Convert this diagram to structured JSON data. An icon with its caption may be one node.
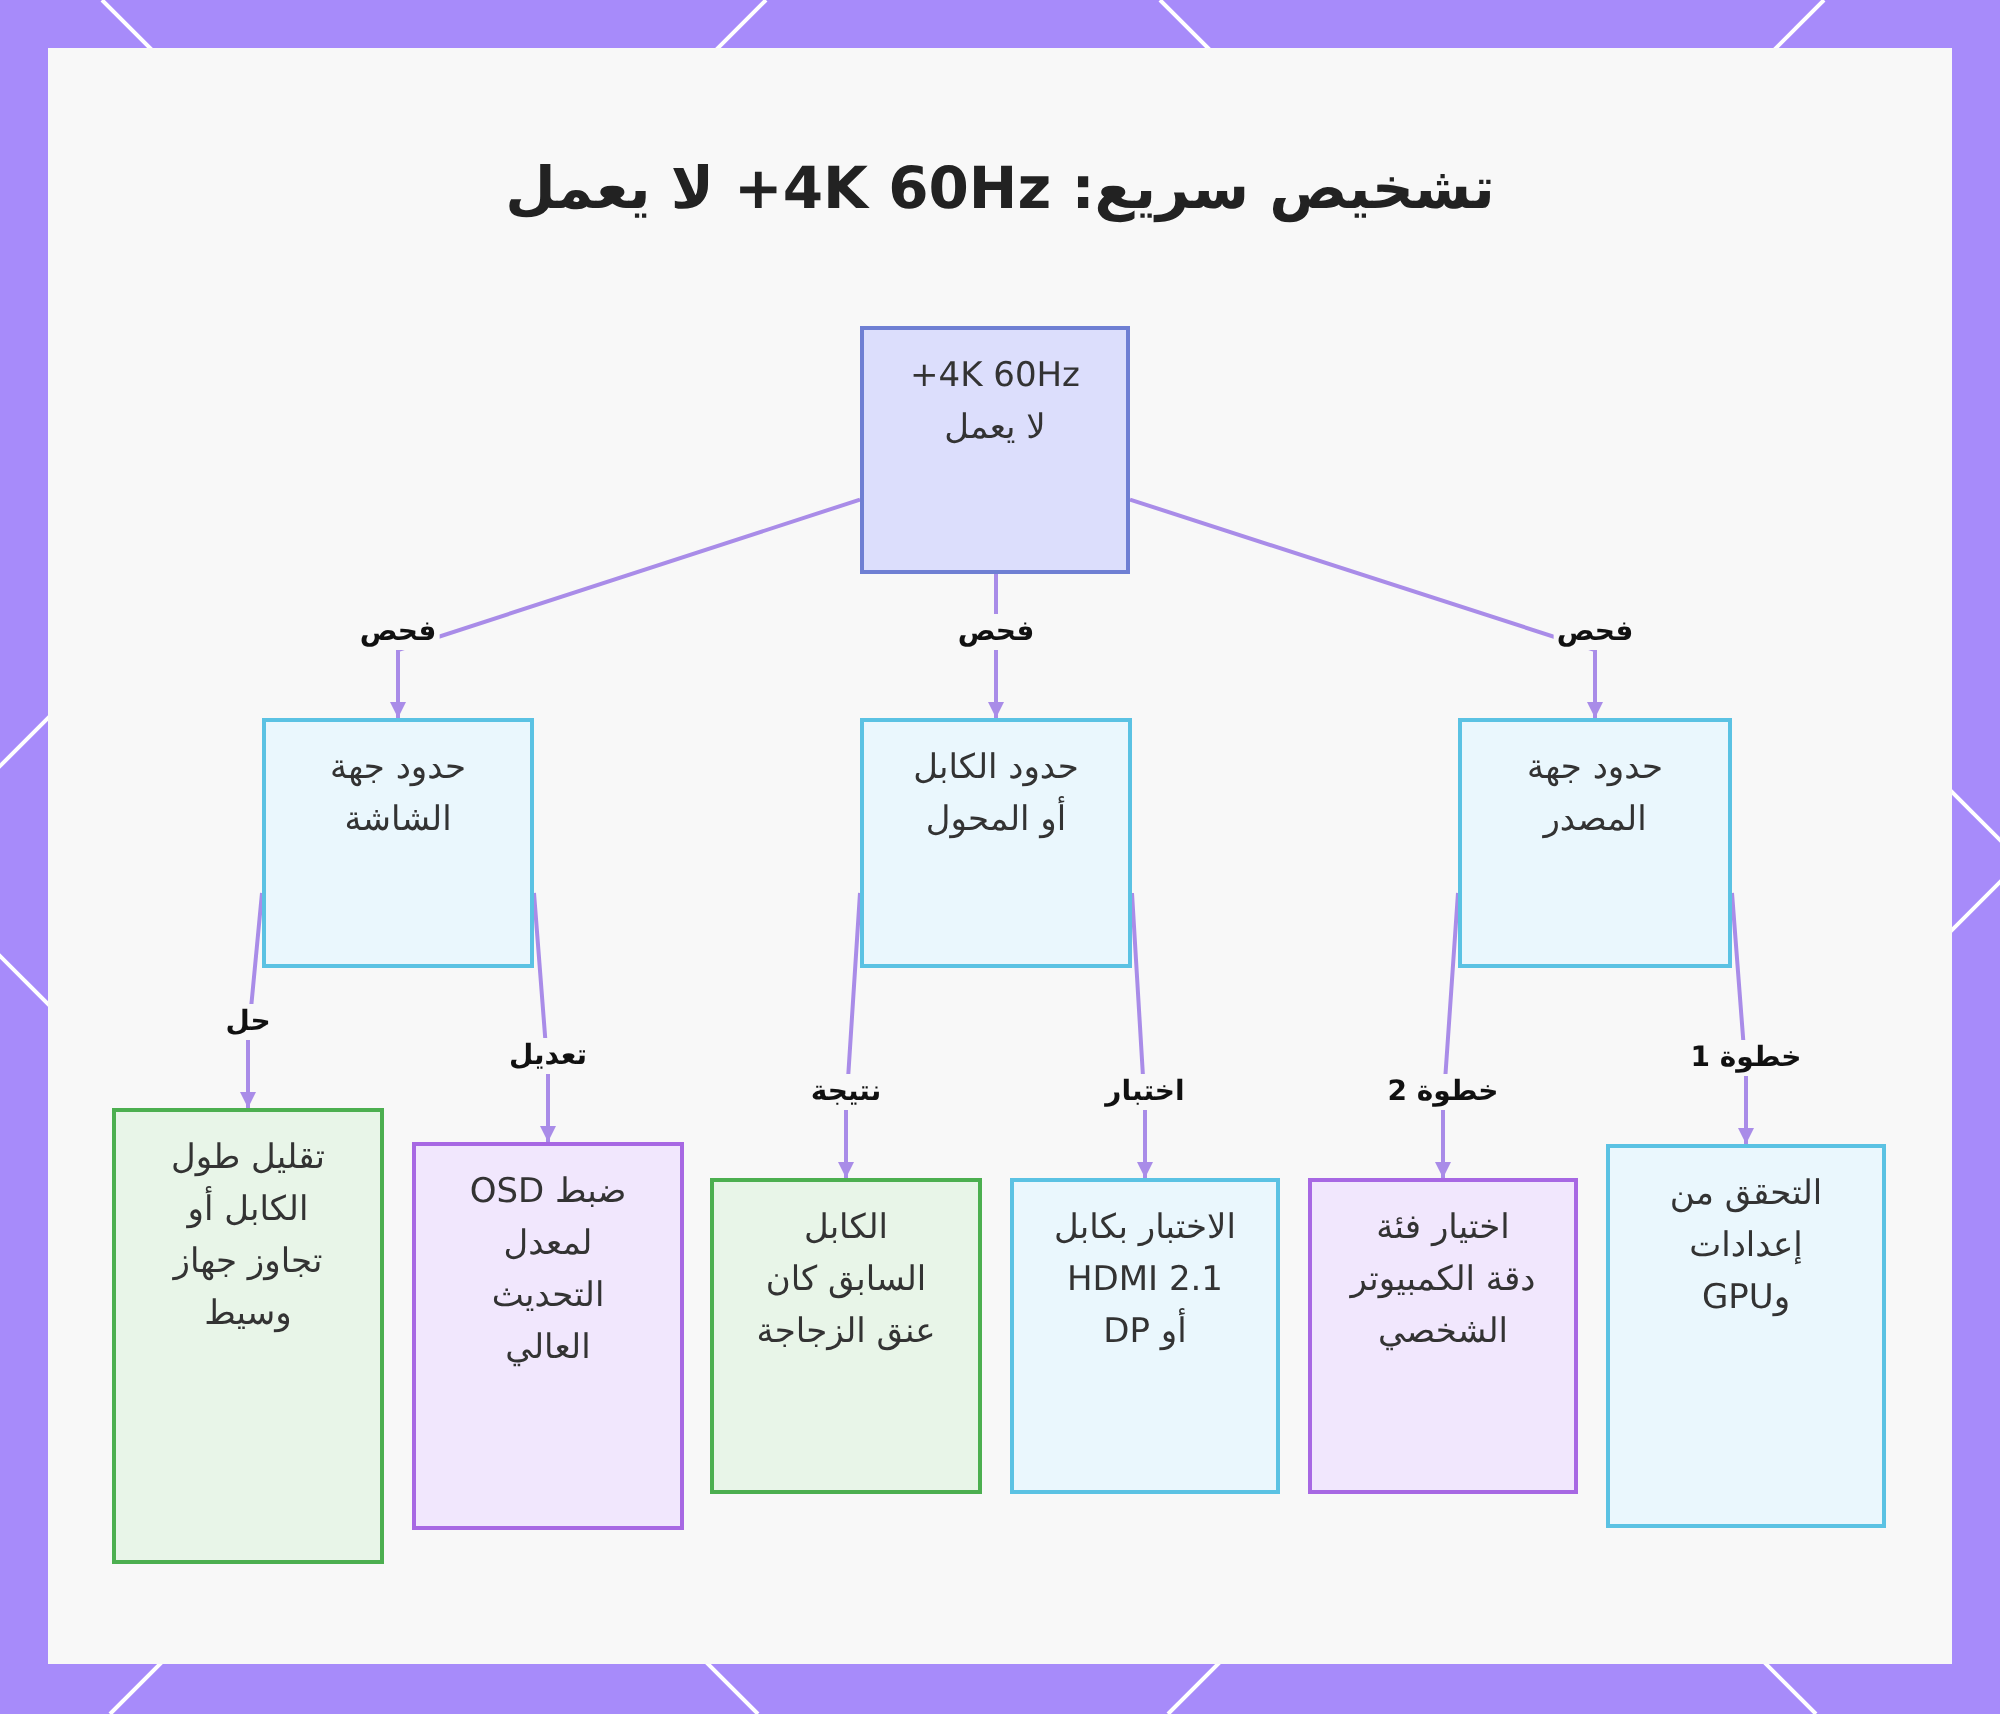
{
  "diagram": {
    "title": "تشخيص سريع: 4K 60Hz+ لا يعمل",
    "nodes": [
      {
        "text": [
          "4K 60Hz+ لا يعمل"
        ]
      },
      {
        "text": [
          "حدود جهة المصدر"
        ]
      },
      {
        "text": [
          "حدود الكابل أو المحول"
        ]
      },
      {
        "text": [
          "حدود جهة الشاشة"
        ]
      },
      {
        "text": [
          "التحقق من إعدادات وGPU"
        ]
      },
      {
        "text": [
          "اختيار فئة دقة الكمبيوتر الشخصي"
        ]
      },
      {
        "text": [
          "الاختبار بكابل HDMI 2.1 أو DP"
        ]
      },
      {
        "text": [
          "الكابل السابق كان عنق الزجاجة"
        ]
      },
      {
        "text": [
          "ضبط OSD لمعدل التحديث العالي"
        ]
      },
      {
        "text": [
          "تقليل طول الكابل أو تجاوز جهاز وسيط"
        ]
      }
    ],
    "edges": [
      {
        "from": 0,
        "to": 1,
        "arrow": "to",
        "label": "فحص"
      },
      {
        "from": 0,
        "to": 2,
        "arrow": "to",
        "label": "فحص"
      },
      {
        "from": 0,
        "to": 3,
        "arrow": "to",
        "label": "فحص"
      },
      {
        "from": 1,
        "to": 4,
        "arrow": "to",
        "label": "خطوة 1"
      },
      {
        "from": 1,
        "to": 5,
        "arrow": "to",
        "label": "خطوة 2"
      },
      {
        "from": 2,
        "to": 6,
        "arrow": "to",
        "label": "اختبار"
      },
      {
        "from": 2,
        "to": 7,
        "arrow": "to",
        "label": "نتيجة"
      },
      {
        "from": 3,
        "to": 8,
        "arrow": "to",
        "label": "تعديل"
      },
      {
        "from": 3,
        "to": 9,
        "arrow": "to",
        "label": "حل"
      }
    ]
  }
}
